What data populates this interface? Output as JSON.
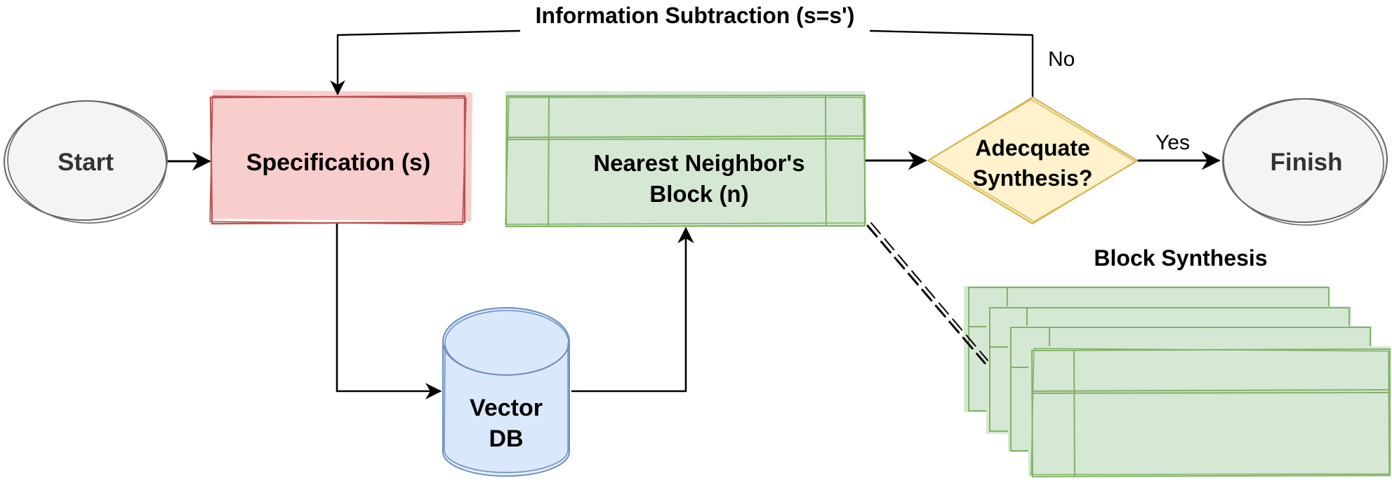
{
  "nodes": {
    "start": {
      "label": "Start"
    },
    "spec": {
      "label": "Specification (s)"
    },
    "nn": {
      "line1": "Nearest Neighbor's",
      "line2": "Block (n)"
    },
    "db": {
      "line1": "Vector",
      "line2": "DB"
    },
    "decision": {
      "line1": "Adecquate",
      "line2": "Synthesis?"
    },
    "finish": {
      "label": "Finish"
    }
  },
  "edges": {
    "feedback_label": "Information Subtraction (s=s')",
    "no_label": "No",
    "yes_label": "Yes"
  },
  "block_synthesis": {
    "title": "Block Synthesis"
  },
  "colors": {
    "start_fill": "#f4f4f4",
    "start_stroke": "#666666",
    "spec_fill": "#f8cecc",
    "spec_stroke": "#b85450",
    "green_fill": "#d5e8d4",
    "green_stroke": "#82b366",
    "db_fill": "#dae8fc",
    "db_stroke": "#6c8ebf",
    "decision_fill": "#fff2cc",
    "decision_stroke": "#d6b656"
  }
}
